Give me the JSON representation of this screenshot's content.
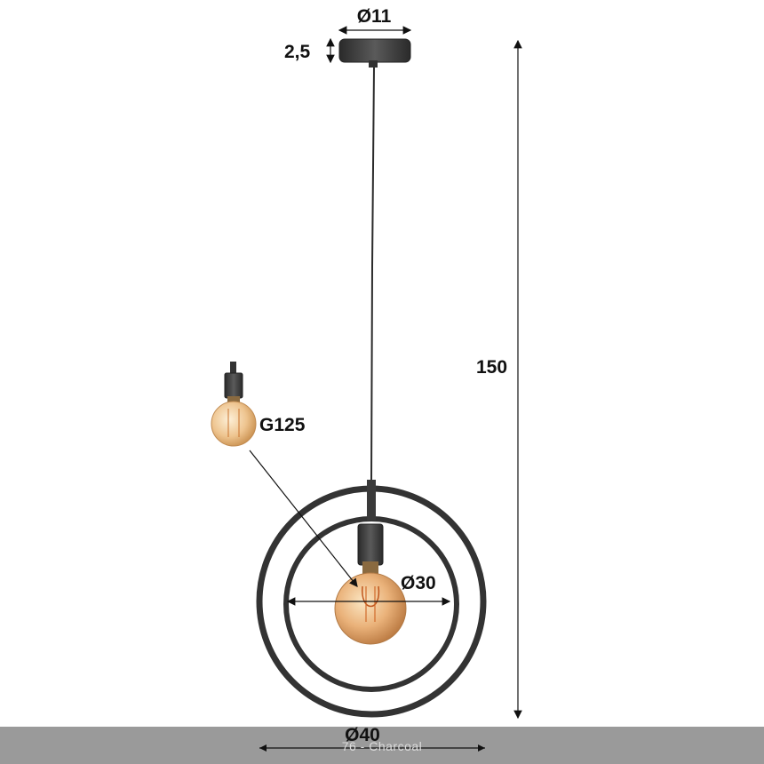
{
  "dimensions": {
    "canopy_diameter": "Ø11",
    "canopy_height": "2,5",
    "total_height": "150",
    "bulb_type": "G125",
    "inner_ring_diameter": "Ø30",
    "outer_ring_diameter": "Ø40"
  },
  "footer": {
    "caption": "76 - Charcoal"
  },
  "colors": {
    "metal": "#3a3a3a",
    "bulb_glass": "#e8b07a",
    "footer_bar": "#9a9a9a"
  }
}
